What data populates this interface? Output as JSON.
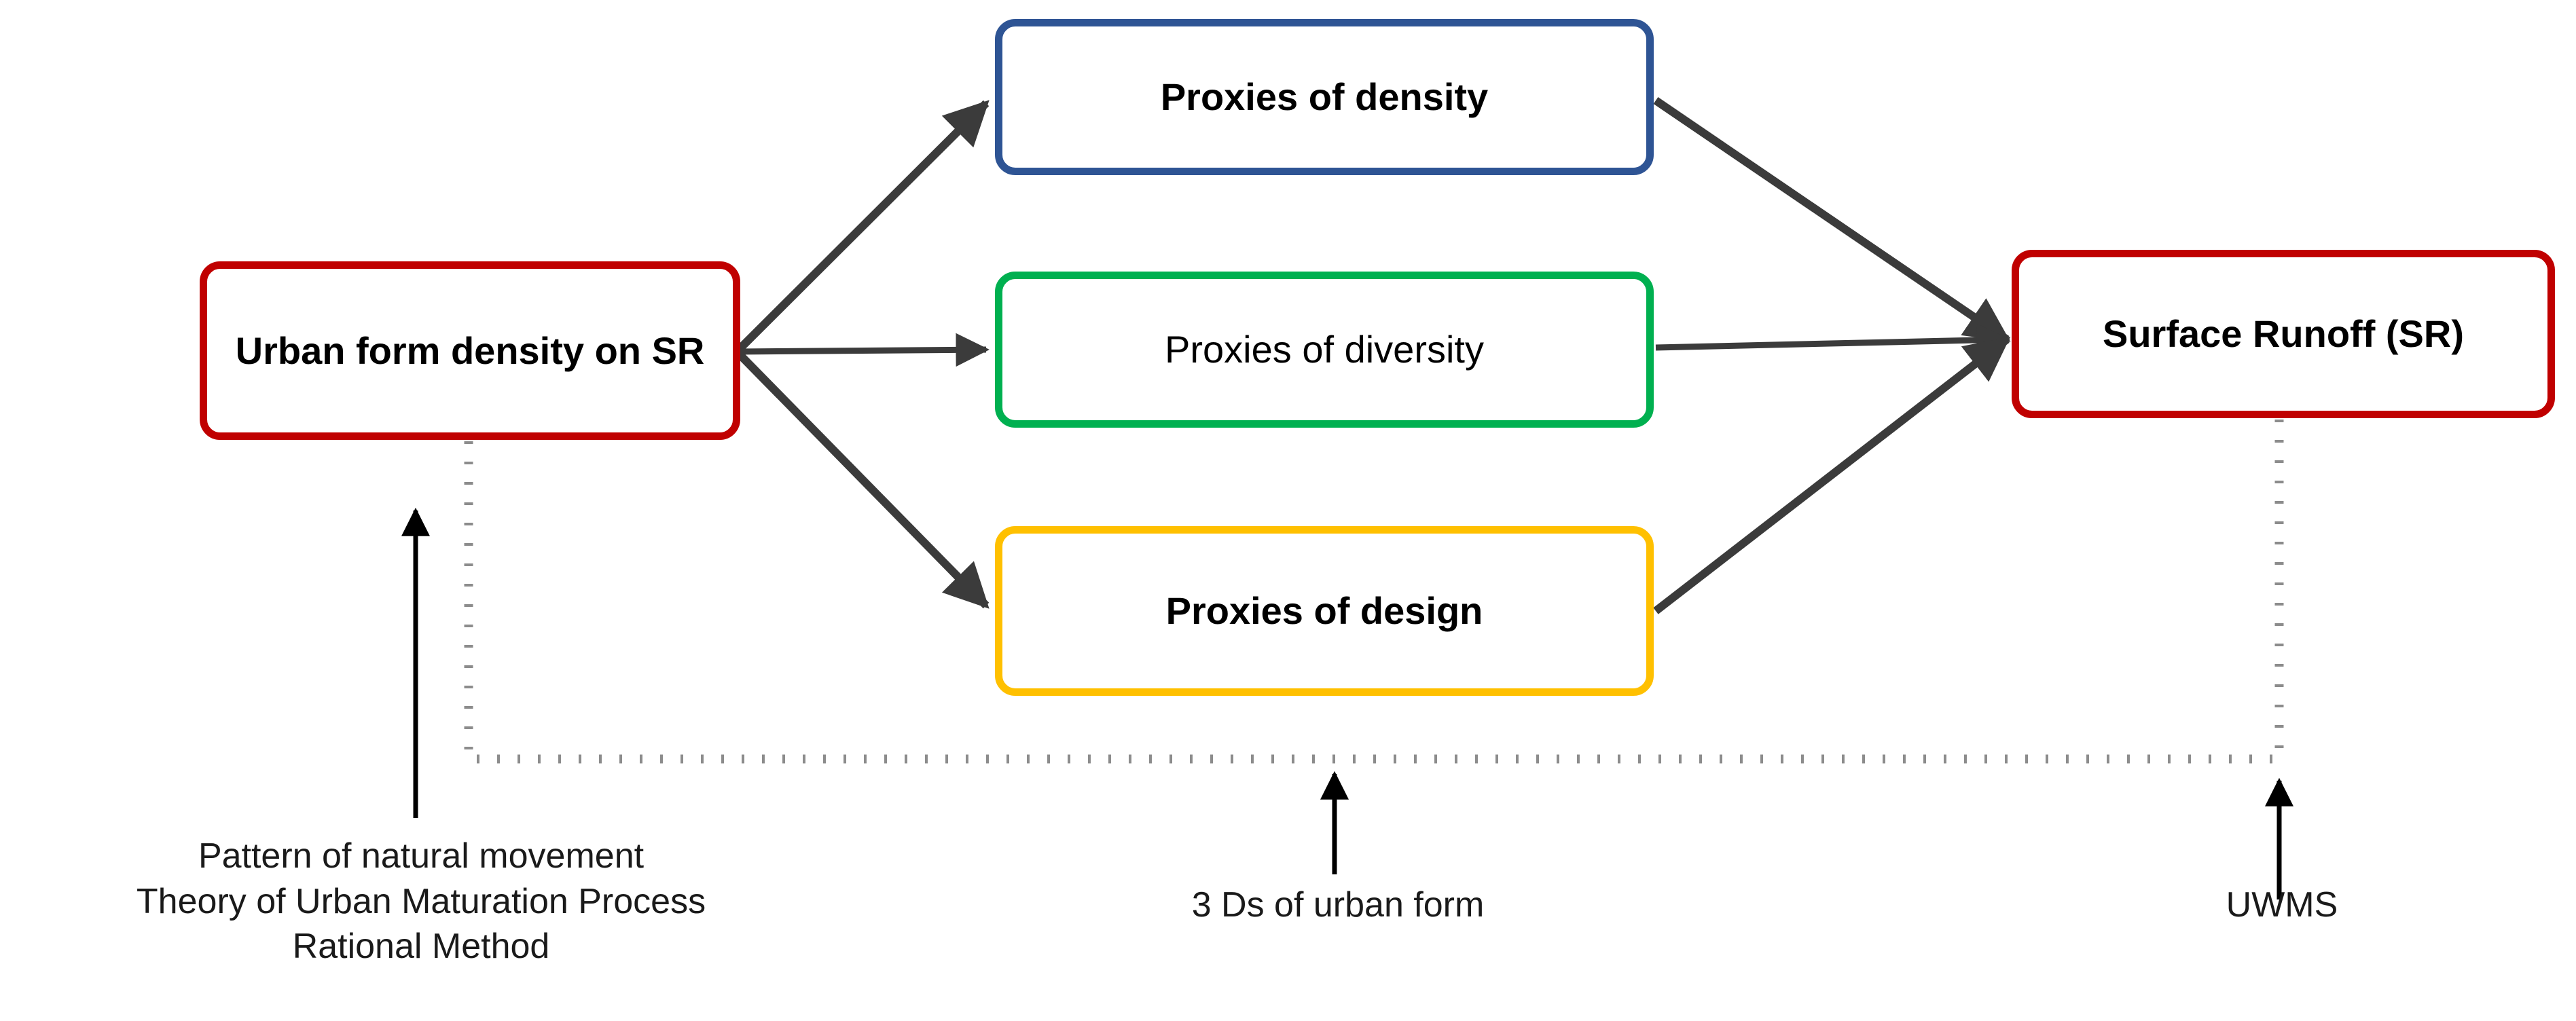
{
  "diagram": {
    "title_present": false,
    "background": "#FFFFFF",
    "nodes": {
      "source": {
        "label": "Urban form density\non SR",
        "color": "#C00000"
      },
      "density": {
        "label": "Proxies of density",
        "color": "#2E5494"
      },
      "diversity": {
        "label": "Proxies of diversity",
        "color": "#00B050"
      },
      "design": {
        "label": "Proxies of design",
        "color": "#FFC000"
      },
      "runoff": {
        "label": "Surface Runoff (SR)",
        "color": "#C00000"
      }
    },
    "captions": {
      "left": "Pattern of natural movement\nTheory of Urban Maturation Process\nRational Method",
      "middle": "3 Ds of urban form",
      "right": "UWMS"
    },
    "connectors": {
      "solid_color": "#3B3B3B",
      "dotted_color": "#8C8C8C",
      "annotation_arrow_color": "#000000",
      "solid_arrows": [
        {
          "from": "source",
          "to": "density"
        },
        {
          "from": "source",
          "to": "diversity"
        },
        {
          "from": "source",
          "to": "design"
        },
        {
          "from": "density",
          "to": "runoff"
        },
        {
          "from": "diversity",
          "to": "runoff"
        },
        {
          "from": "design",
          "to": "runoff"
        }
      ],
      "dotted_path": {
        "from": "runoff",
        "to": "source",
        "style": "dotted"
      },
      "annotation_arrows": [
        {
          "points_to": "source",
          "label_key": "left"
        },
        {
          "points_to": "dotted_path",
          "label_key": "middle"
        },
        {
          "points_to": "dotted_path",
          "label_key": "right"
        }
      ]
    }
  }
}
